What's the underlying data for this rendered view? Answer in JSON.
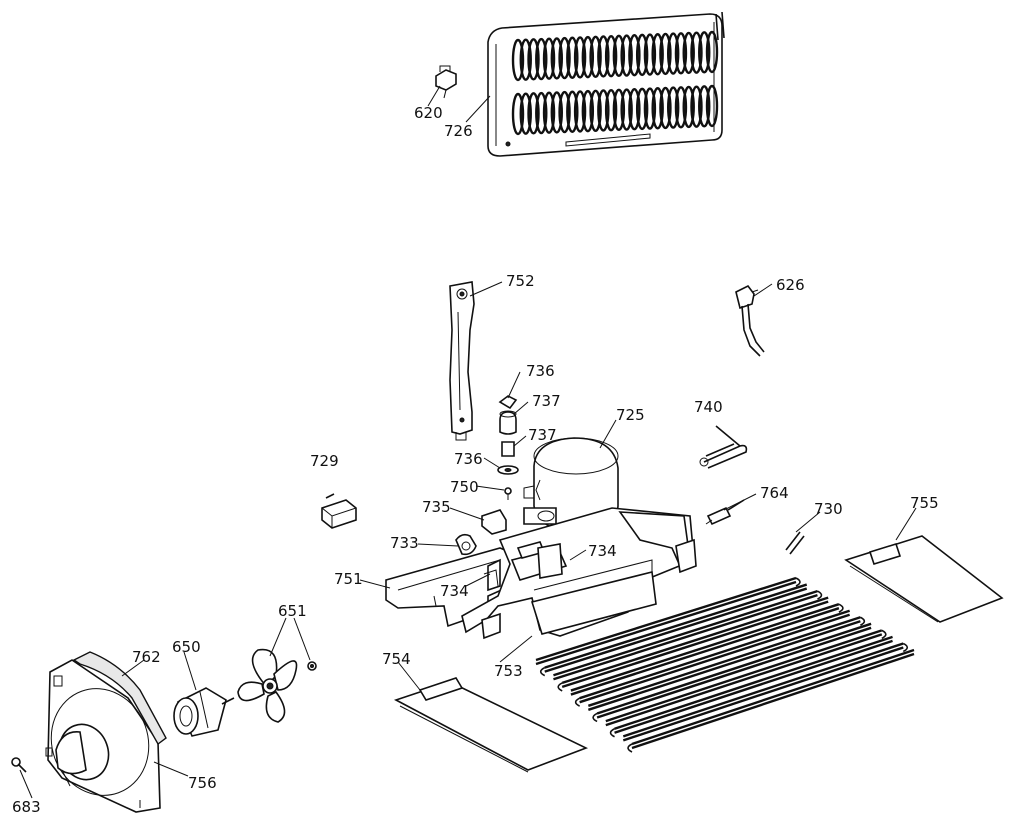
{
  "parts": [
    {
      "id": "p620",
      "label": "620"
    },
    {
      "id": "p726",
      "label": "726"
    },
    {
      "id": "p752",
      "label": "752"
    },
    {
      "id": "p626",
      "label": "626"
    },
    {
      "id": "p736a",
      "label": "736"
    },
    {
      "id": "p737a",
      "label": "737"
    },
    {
      "id": "p725",
      "label": "725"
    },
    {
      "id": "p740",
      "label": "740"
    },
    {
      "id": "p737b",
      "label": "737"
    },
    {
      "id": "p736b",
      "label": "736"
    },
    {
      "id": "p729",
      "label": "729"
    },
    {
      "id": "p750",
      "label": "750"
    },
    {
      "id": "p764",
      "label": "764"
    },
    {
      "id": "p735",
      "label": "735"
    },
    {
      "id": "p730",
      "label": "730"
    },
    {
      "id": "p755",
      "label": "755"
    },
    {
      "id": "p733",
      "label": "733"
    },
    {
      "id": "p734a",
      "label": "734"
    },
    {
      "id": "p751",
      "label": "751"
    },
    {
      "id": "p734b",
      "label": "734"
    },
    {
      "id": "p651",
      "label": "651"
    },
    {
      "id": "p762",
      "label": "762"
    },
    {
      "id": "p650",
      "label": "650"
    },
    {
      "id": "p753",
      "label": "753"
    },
    {
      "id": "p754",
      "label": "754"
    },
    {
      "id": "p756",
      "label": "756"
    },
    {
      "id": "p683",
      "label": "683"
    }
  ]
}
